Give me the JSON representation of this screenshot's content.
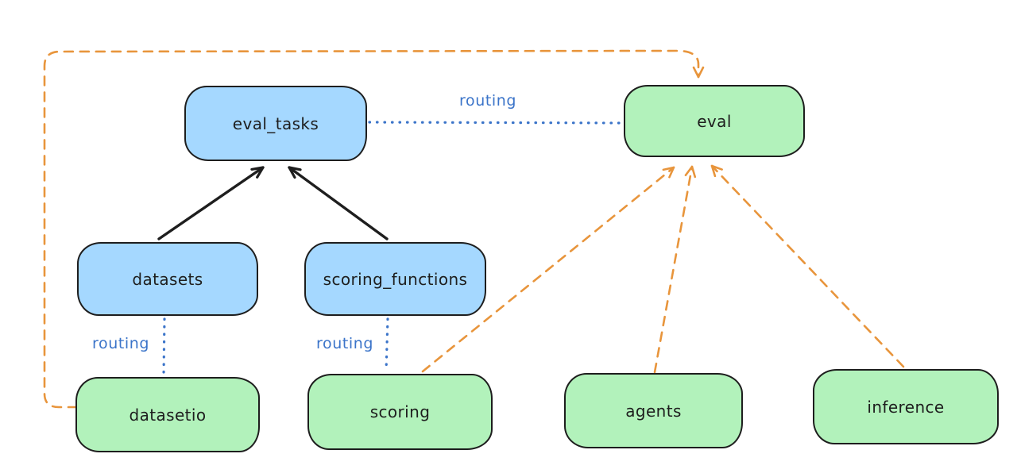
{
  "diagram": {
    "type": "node-graph",
    "background": "#ffffff",
    "colors": {
      "resource_node_fill": "#a5d8ff",
      "provider_node_fill": "#b2f2bb",
      "node_border": "#1e1e1e",
      "routing_blue": "#3b74c9",
      "provider_orange": "#e8953c",
      "arrow_black": "#1e1e1e"
    },
    "nodes": [
      {
        "id": "eval_tasks",
        "label": "eval_tasks",
        "fill": "#a5d8ff"
      },
      {
        "id": "eval",
        "label": "eval",
        "fill": "#b2f2bb"
      },
      {
        "id": "datasets",
        "label": "datasets",
        "fill": "#a5d8ff"
      },
      {
        "id": "scoring_functions",
        "label": "scoring_functions",
        "fill": "#a5d8ff"
      },
      {
        "id": "datasetio",
        "label": "datasetio",
        "fill": "#b2f2bb"
      },
      {
        "id": "scoring",
        "label": "scoring",
        "fill": "#b2f2bb"
      },
      {
        "id": "agents",
        "label": "agents",
        "fill": "#b2f2bb"
      },
      {
        "id": "inference",
        "label": "inference",
        "fill": "#b2f2bb"
      }
    ],
    "edges": [
      {
        "from": "datasets",
        "to": "eval_tasks",
        "style": "solid-black-arrow",
        "label": ""
      },
      {
        "from": "scoring_functions",
        "to": "eval_tasks",
        "style": "solid-black-arrow",
        "label": ""
      },
      {
        "from": "eval_tasks",
        "to": "eval",
        "style": "dotted-blue",
        "label": "routing"
      },
      {
        "from": "datasets",
        "to": "datasetio",
        "style": "dotted-blue",
        "label": "routing"
      },
      {
        "from": "scoring_functions",
        "to": "scoring",
        "style": "dotted-blue",
        "label": "routing"
      },
      {
        "from": "datasetio",
        "to": "eval",
        "style": "dashed-orange-arrow",
        "label": ""
      },
      {
        "from": "scoring",
        "to": "eval",
        "style": "dashed-orange-arrow",
        "label": ""
      },
      {
        "from": "agents",
        "to": "eval",
        "style": "dashed-orange-arrow",
        "label": ""
      },
      {
        "from": "inference",
        "to": "eval",
        "style": "dashed-orange-arrow",
        "label": ""
      }
    ]
  }
}
